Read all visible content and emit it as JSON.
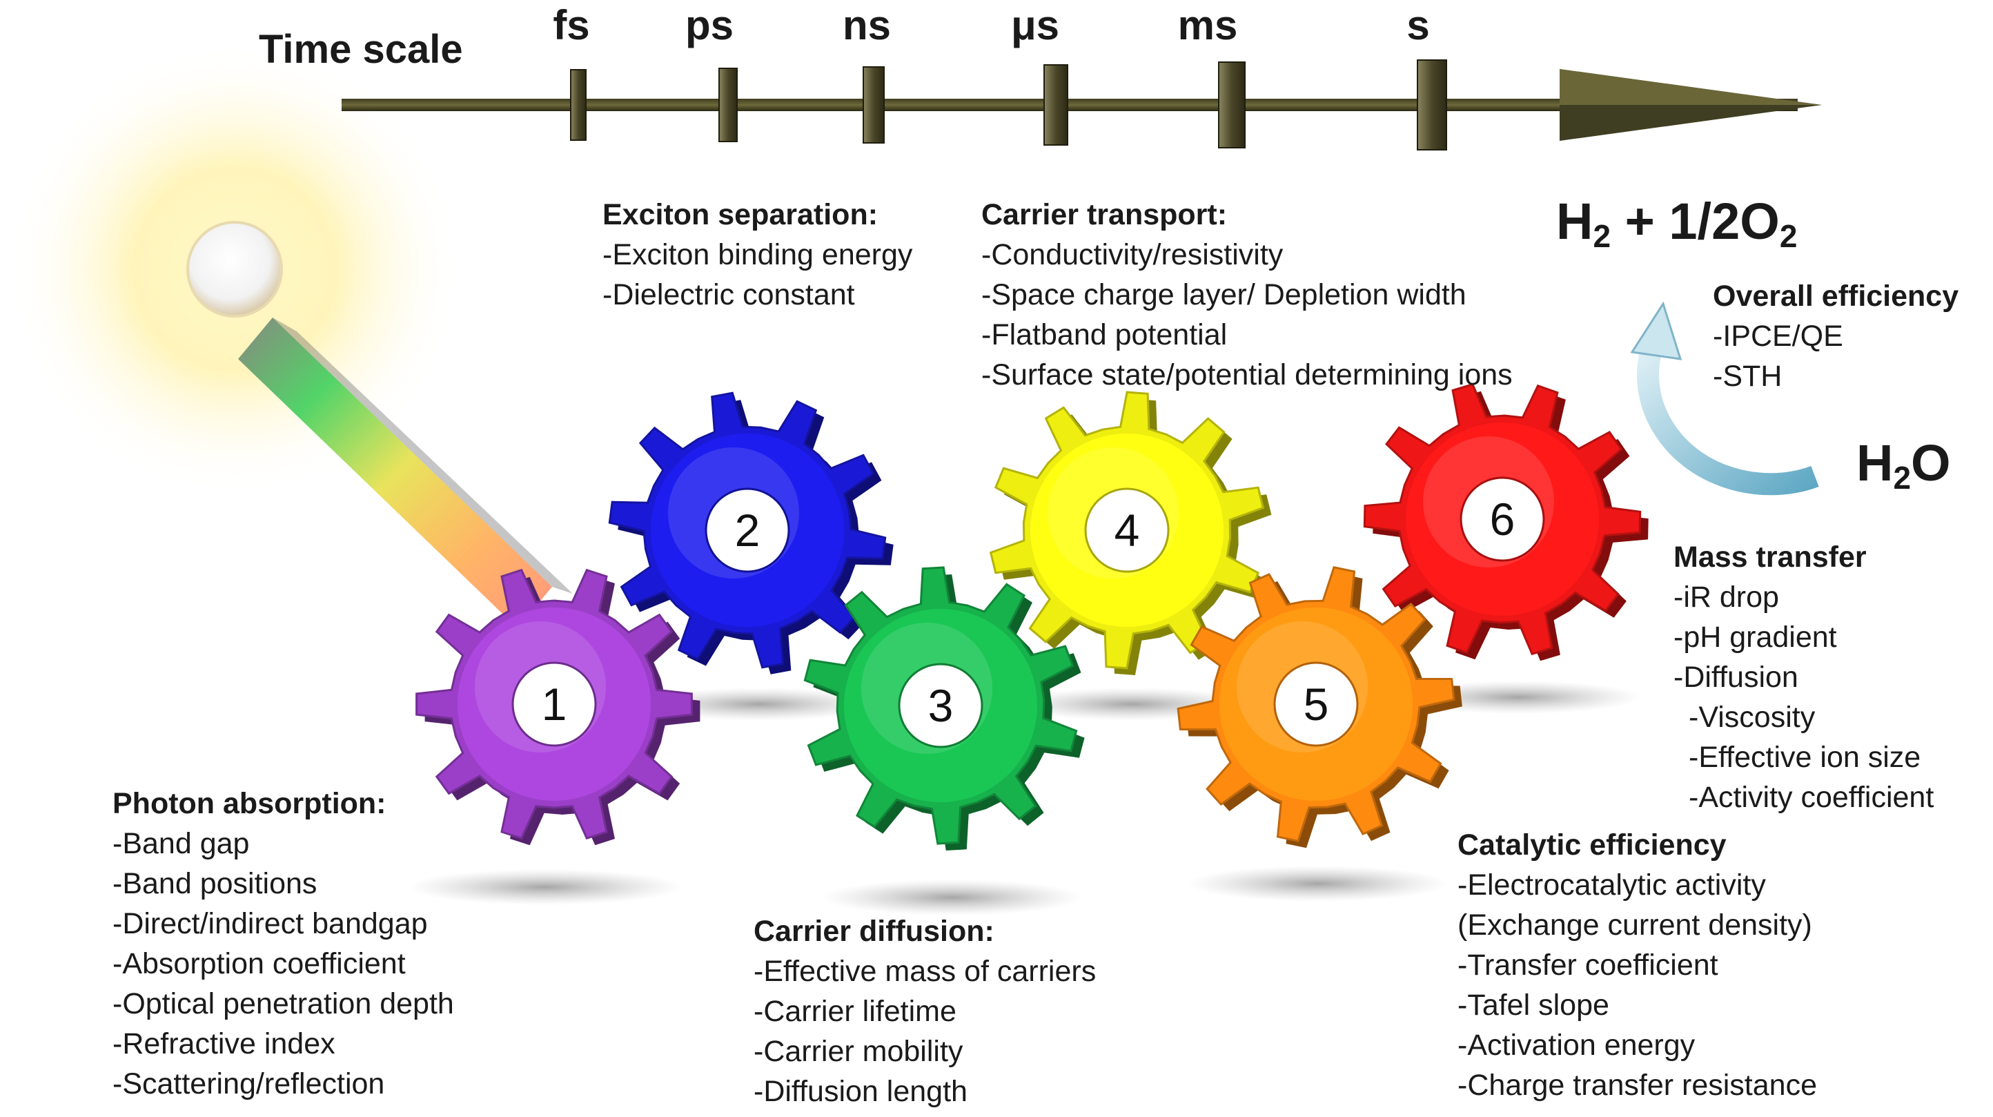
{
  "timescale": {
    "title": "Time scale",
    "ticks": [
      "fs",
      "ps",
      "ns",
      "μs",
      "ms",
      "s"
    ]
  },
  "products": {
    "h2_main": "H",
    "h2_sub": "2",
    "rest": " + 1/2O",
    "o2_sub": "2"
  },
  "reactant": {
    "h": "H",
    "sub": "2",
    "o": "O"
  },
  "gears": [
    {
      "number": "1",
      "color": "#9b3fc8"
    },
    {
      "number": "2",
      "color": "#1a1ad6"
    },
    {
      "number": "3",
      "color": "#17b24c"
    },
    {
      "number": "4",
      "color": "#eeee10"
    },
    {
      "number": "5",
      "color": "#ff8a10"
    },
    {
      "number": "6",
      "color": "#ee1616"
    }
  ],
  "blocks": {
    "photon_absorption": {
      "heading": "Photon absorption:",
      "items": [
        "-Band gap",
        "-Band positions",
        "-Direct/indirect bandgap",
        "-Absorption coefficient",
        "-Optical penetration depth",
        "-Refractive index",
        "-Scattering/reflection"
      ]
    },
    "exciton_separation": {
      "heading": "Exciton separation:",
      "items": [
        "-Exciton binding energy",
        "-Dielectric constant"
      ]
    },
    "carrier_diffusion": {
      "heading": "Carrier diffusion:",
      "items": [
        "-Effective mass of carriers",
        "-Carrier lifetime",
        "-Carrier mobility",
        "-Diffusion length"
      ]
    },
    "carrier_transport": {
      "heading": "Carrier transport:",
      "items": [
        "-Conductivity/resistivity",
        "-Space charge layer/ Depletion width",
        "-Flatband potential",
        "-Surface state/potential determining ions"
      ]
    },
    "catalytic_efficiency": {
      "heading": "Catalytic efficiency",
      "items": [
        "-Electrocatalytic activity",
        "(Exchange current density)",
        "-Transfer coefficient",
        "-Tafel slope",
        "-Activation energy",
        "-Charge transfer resistance"
      ]
    },
    "mass_transfer": {
      "heading": "Mass transfer",
      "items": [
        "-iR drop",
        "-pH gradient",
        "-Diffusion"
      ],
      "subitems": [
        "-Viscosity",
        "-Effective ion size",
        "-Activity coefficient"
      ]
    },
    "overall_efficiency": {
      "heading": "Overall efficiency",
      "items": [
        "-IPCE/QE",
        "-STH"
      ]
    }
  }
}
